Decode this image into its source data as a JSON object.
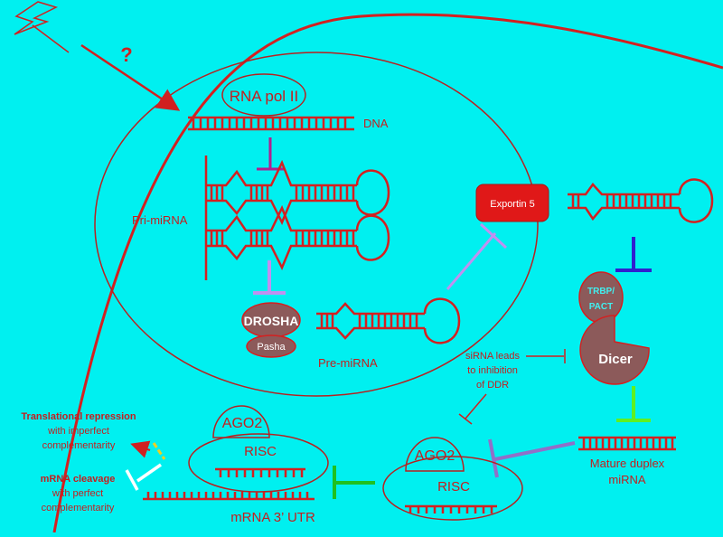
{
  "labels": {
    "question": "?",
    "rna_pol": "RNA pol II",
    "dna": "DNA",
    "pri_mirna": "Pri-miRNA",
    "drosha": "DROSHA",
    "pasha": "Pasha",
    "pre_mirna": "Pre-miRNA",
    "exportin": "Exportin 5",
    "trbp_line1": "TRBP/",
    "trbp_line2": "PACT",
    "dicer": "Dicer",
    "sirna_line1": "siRNA leads",
    "sirna_line2": "to inhibition",
    "sirna_line3": "of DDR",
    "mature_line1": "Mature duplex",
    "mature_line2": "miRNA",
    "ago2_left": "AGO2",
    "risc_left": "RISC",
    "ago2_right": "AGO2",
    "risc_right": "RISC",
    "utr": "mRNA 3’ UTR",
    "trans_rep_title": "Translational repression",
    "trans_rep_line2": "with imperfect",
    "trans_rep_line3": "complementarity",
    "cleavage_title": "mRNA cleavage",
    "cleavage_line2": "with perfect",
    "cleavage_line3": "complementarity"
  },
  "colors": {
    "background": "#00f0f0",
    "red": "#e02828",
    "protein_fill": "#8c5a5a",
    "exportin_fill": "#e01818",
    "protein_text": "#ffffff",
    "trbp_text": "#40f0f0"
  }
}
